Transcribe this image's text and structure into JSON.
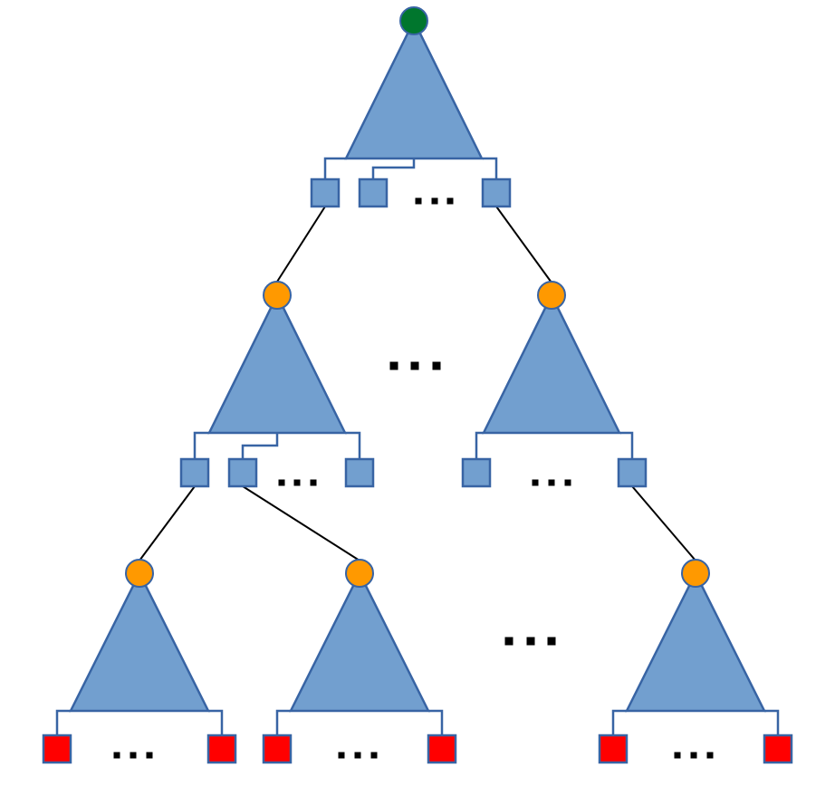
{
  "diagram": {
    "title": "",
    "colors": {
      "subtree_fill": "#729fcf",
      "outline": "#3864a4",
      "root_node": "#00762d",
      "inner_node": "#ff9900",
      "leaf_node": "#ff0000",
      "edge": "#000000",
      "ellipsis": "#000000"
    },
    "levels": [
      {
        "level": 1,
        "node_type": "root",
        "subtrees": 1
      },
      {
        "level": 2,
        "node_type": "inner",
        "subtrees": 2
      },
      {
        "level": 3,
        "node_type": "inner",
        "subtrees": 3
      }
    ]
  }
}
